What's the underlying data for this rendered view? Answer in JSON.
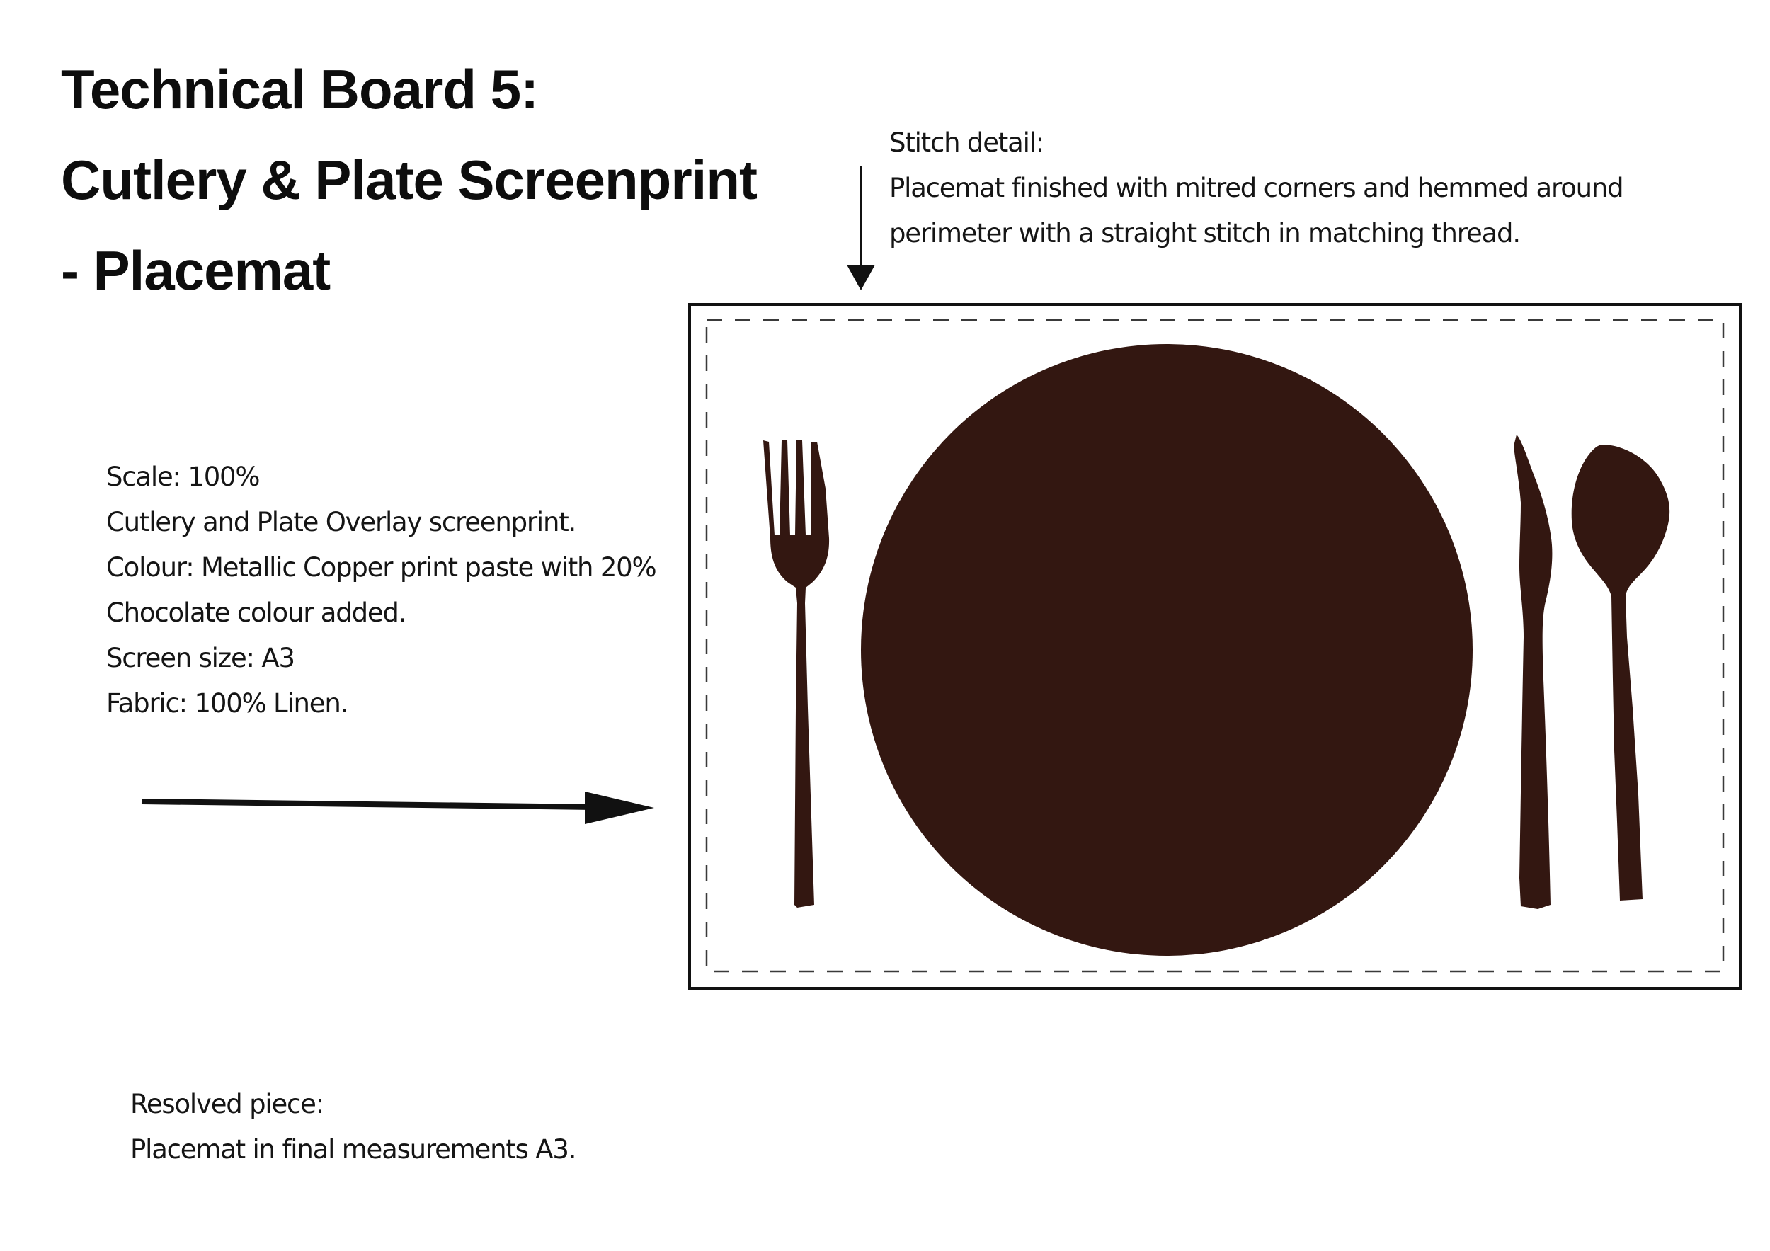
{
  "board": {
    "title_lines": [
      "Technical Board 5:",
      "Cutlery & Plate Screenprint",
      "- Placemat"
    ]
  },
  "stitch_note": {
    "lines": [
      "Stitch detail:",
      "Placemat finished with mitred corners and hemmed around",
      "perimeter with a straight stitch in matching thread."
    ]
  },
  "spec_note": {
    "lines": [
      "Scale: 100%",
      "Cutlery and Plate Overlay screenprint.",
      "Colour: Metallic Copper print paste with 20%",
      "Chocolate colour added.",
      "Screen size: A3",
      "Fabric: 100% Linen."
    ]
  },
  "resolved_note": {
    "lines": [
      "Resolved piece:",
      "Placemat in final measurements A3."
    ]
  },
  "colors": {
    "print": "#331711",
    "line": "#111111",
    "stitch": "#3a3a3a",
    "background": "#ffffff"
  },
  "icons": {
    "plate": "plate-icon",
    "fork": "fork-icon",
    "knife": "knife-icon",
    "spoon": "spoon-icon"
  }
}
